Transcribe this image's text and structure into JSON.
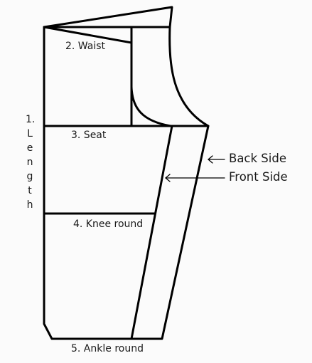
{
  "labels": {
    "length_number": "1.",
    "length_letters": [
      "L",
      "e",
      "n",
      "g",
      "t",
      "h"
    ],
    "waist": "2. Waist",
    "seat": "3. Seat",
    "knee": "4. Knee round",
    "ankle": "5. Ankle round",
    "back_side": "Back Side",
    "front_side": "Front Side"
  },
  "colors": {
    "line": "#000000",
    "background": "#fbfbfb",
    "text": "#1a1a1a"
  }
}
